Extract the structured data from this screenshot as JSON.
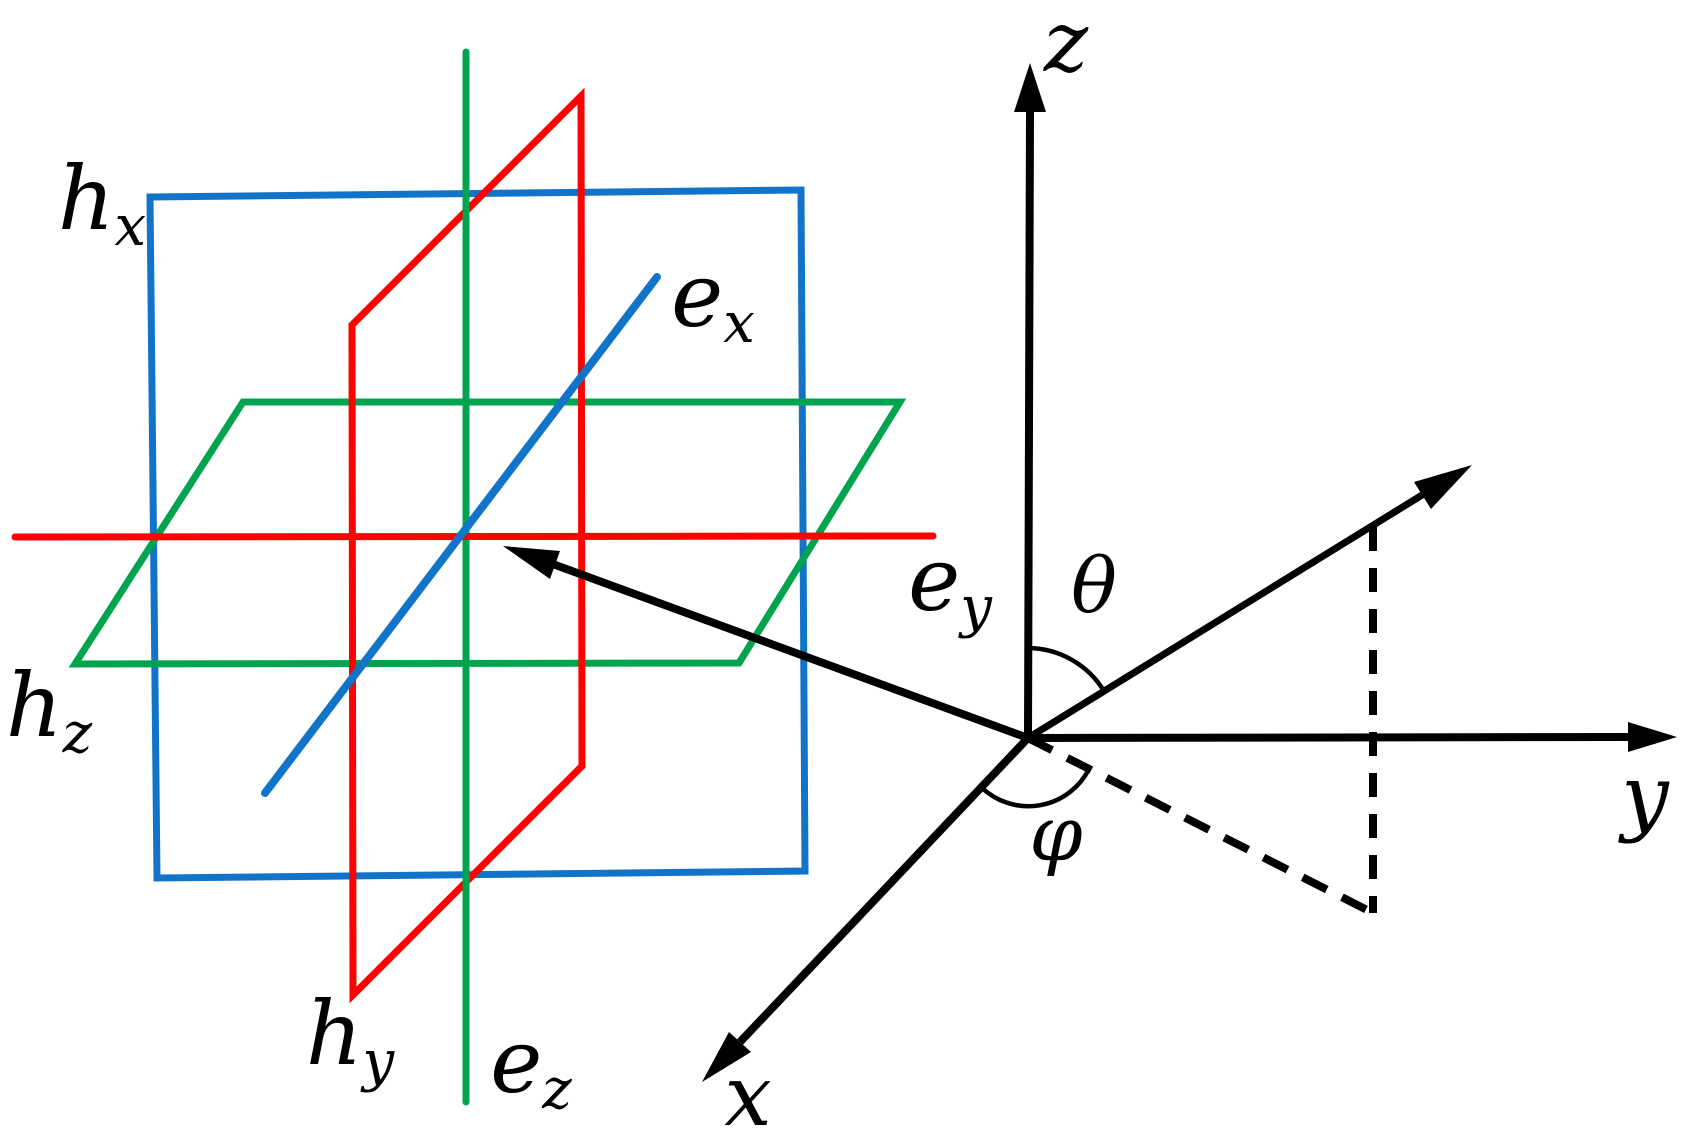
{
  "left_diagram": {
    "labels": {
      "h_x": {
        "main": "h",
        "sub": "x"
      },
      "h_y": {
        "main": "h",
        "sub": "y"
      },
      "h_z": {
        "main": "h",
        "sub": "z"
      },
      "e_x": {
        "main": "e",
        "sub": "x"
      },
      "e_y": {
        "main": "e",
        "sub": "y"
      },
      "e_z": {
        "main": "e",
        "sub": "z"
      }
    },
    "colors": {
      "blue_plane": "#1274C9",
      "red_plane": "#FA0300",
      "green_plane": "#00A44F"
    }
  },
  "right_diagram": {
    "labels": {
      "z_axis": "z",
      "y_axis": "y",
      "x_axis": "x",
      "polar_angle": "θ",
      "azimuth_angle": "φ"
    },
    "colors": {
      "axes": "#000000",
      "background": "#FFFFFF"
    }
  }
}
